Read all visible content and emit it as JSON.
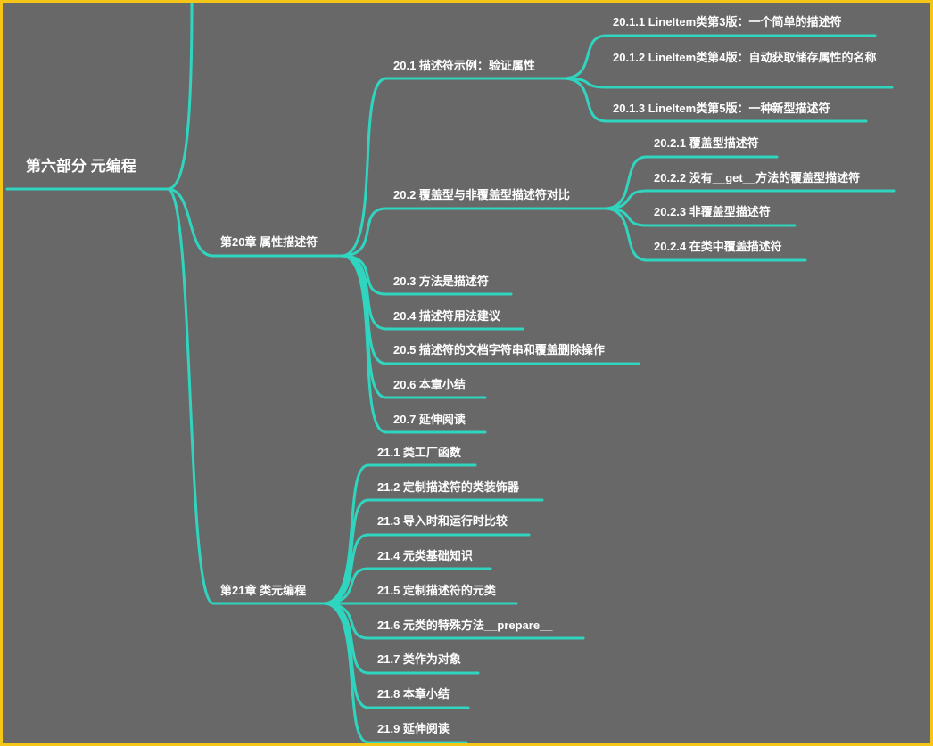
{
  "colors": {
    "line": "#30d5bf",
    "background": "#686868",
    "border": "#f5c518",
    "text": "#ffffff"
  },
  "root": {
    "label": "第六部分 元编程"
  },
  "chapters": [
    {
      "label": "第20章 属性描述符",
      "children": [
        {
          "label": "20.1 描述符示例：验证属性",
          "children": [
            {
              "label": "20.1.1 LineItem类第3版：一个简单的描述符"
            },
            {
              "label": "20.1.2 LineItem类第4版：自动获取储存属性的名称"
            },
            {
              "label": "20.1.3 LineItem类第5版：一种新型描述符"
            }
          ]
        },
        {
          "label": "20.2 覆盖型与非覆盖型描述符对比",
          "children": [
            {
              "label": "20.2.1 覆盖型描述符"
            },
            {
              "label": "20.2.2 没有__get__方法的覆盖型描述符"
            },
            {
              "label": "20.2.3 非覆盖型描述符"
            },
            {
              "label": "20.2.4 在类中覆盖描述符"
            }
          ]
        },
        {
          "label": "20.3 方法是描述符"
        },
        {
          "label": "20.4 描述符用法建议"
        },
        {
          "label": "20.5 描述符的文档字符串和覆盖删除操作"
        },
        {
          "label": "20.6 本章小结"
        },
        {
          "label": "20.7 延伸阅读"
        }
      ]
    },
    {
      "label": "第21章 类元编程",
      "children": [
        {
          "label": "21.1 类工厂函数"
        },
        {
          "label": "21.2 定制描述符的类装饰器"
        },
        {
          "label": "21.3 导入时和运行时比较"
        },
        {
          "label": "21.4 元类基础知识"
        },
        {
          "label": "21.5 定制描述符的元类"
        },
        {
          "label": "21.6 元类的特殊方法__prepare__"
        },
        {
          "label": "21.7 类作为对象"
        },
        {
          "label": "21.8 本章小结"
        },
        {
          "label": "21.9 延伸阅读"
        }
      ]
    }
  ]
}
